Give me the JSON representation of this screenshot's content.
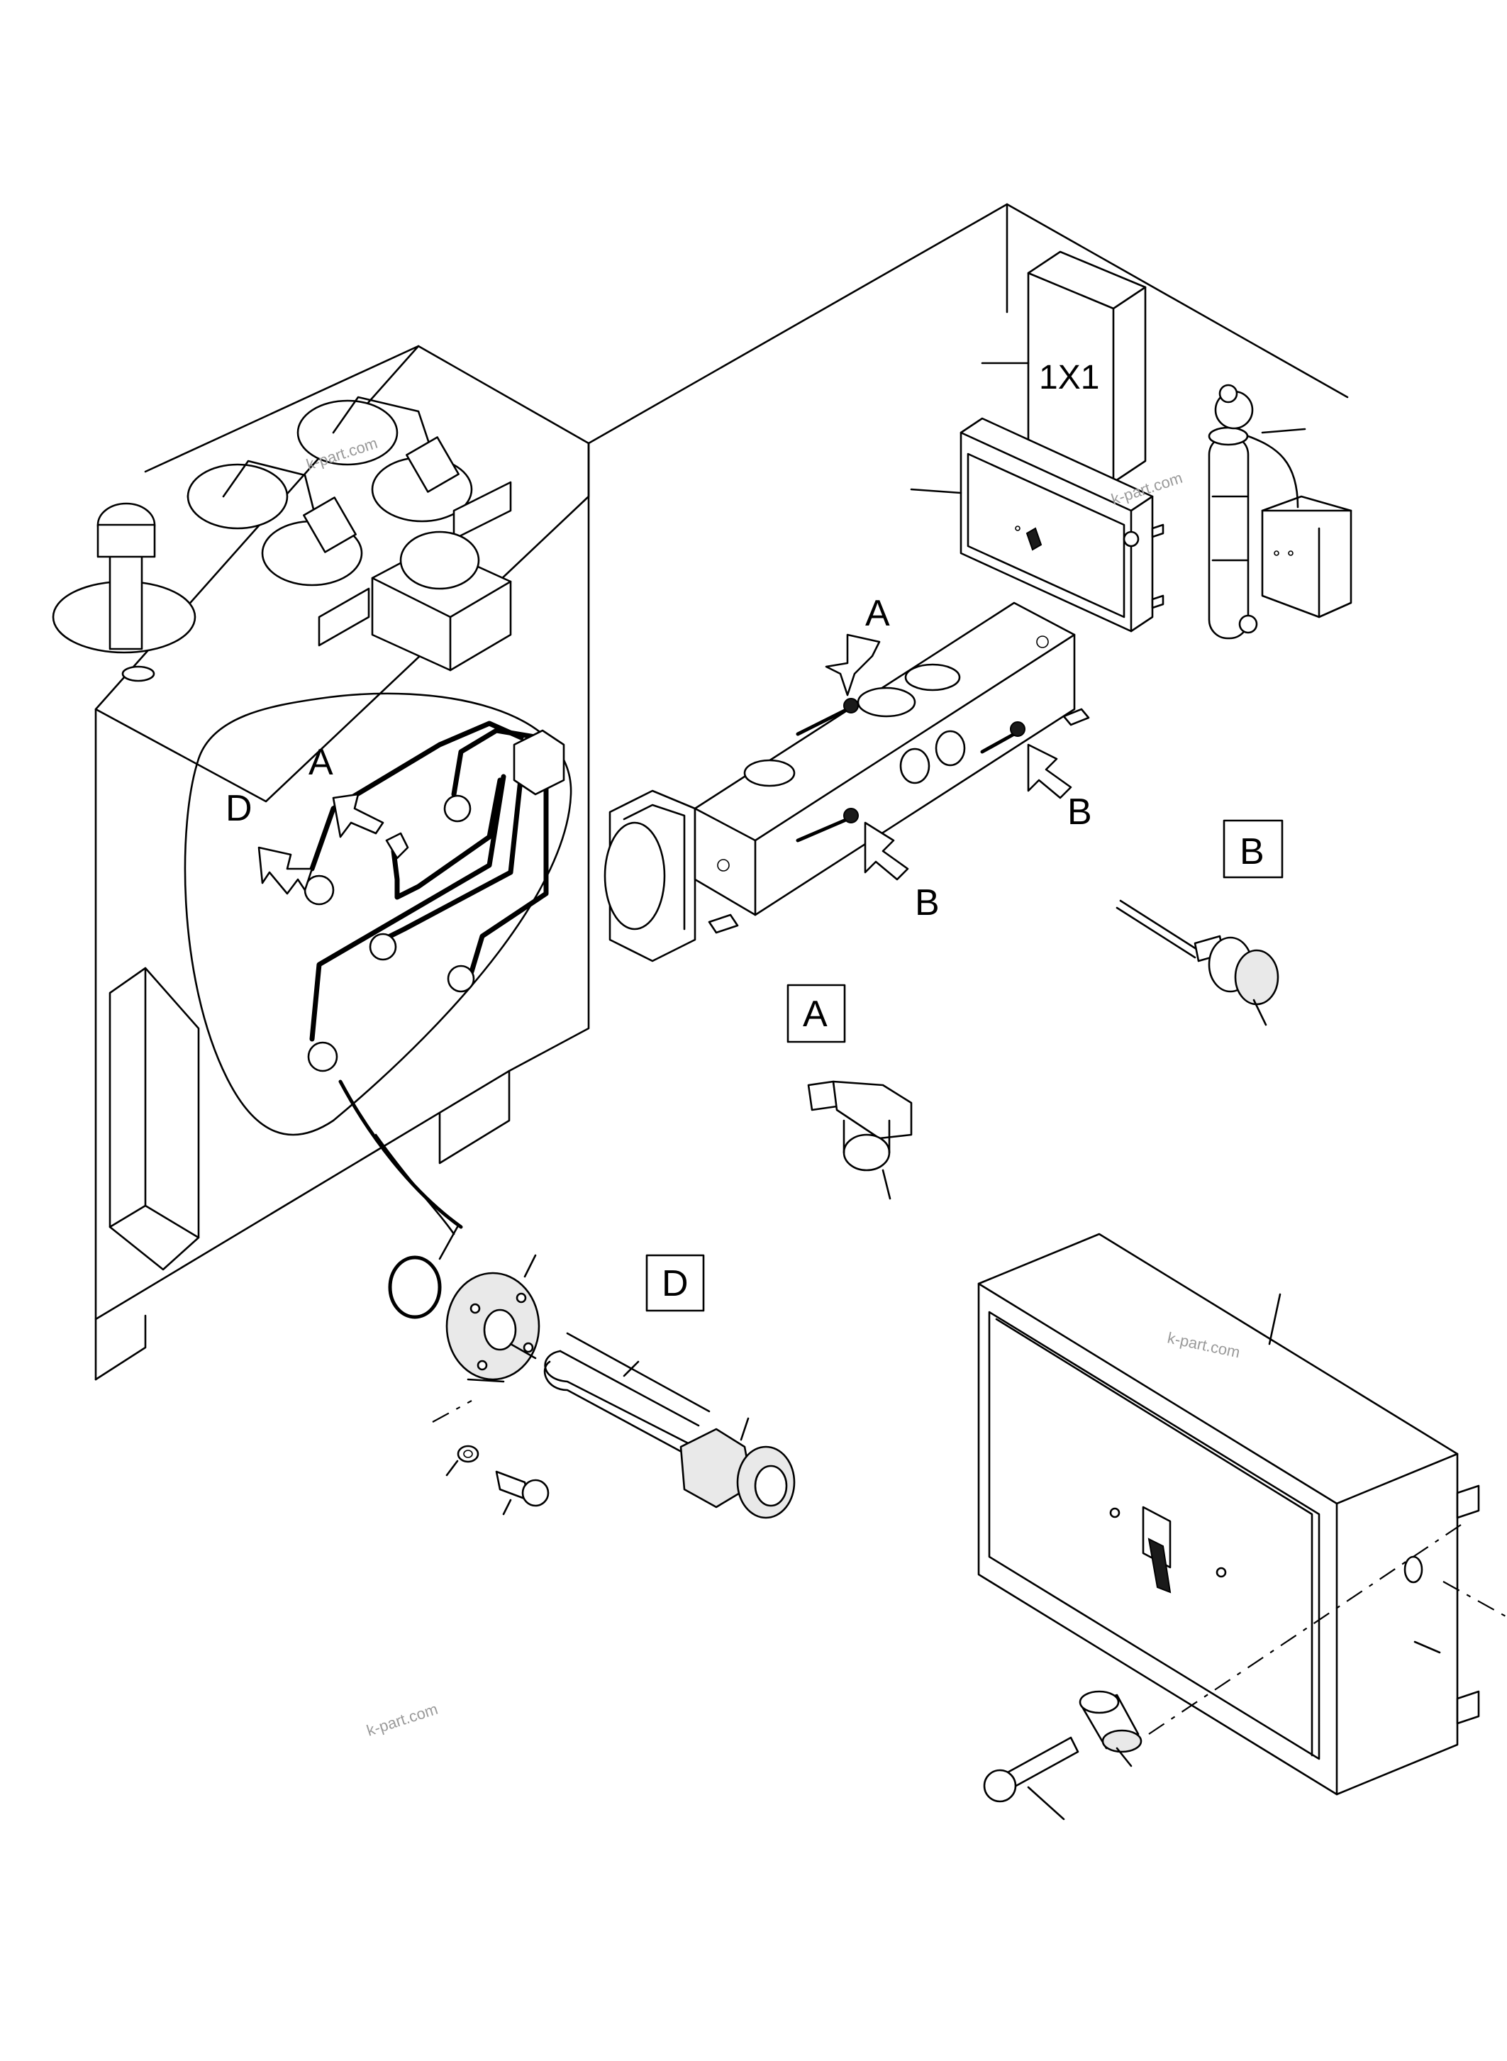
{
  "labels": {
    "box_1x1": "1X1",
    "callout_a": "A",
    "callout_b": "B",
    "callout_d": "D",
    "detail_a": "A",
    "detail_b": "B",
    "detail_d": "D"
  },
  "watermarks": [
    "k-part.com",
    "k-part.com",
    "k-part.com",
    "k-part.com"
  ]
}
